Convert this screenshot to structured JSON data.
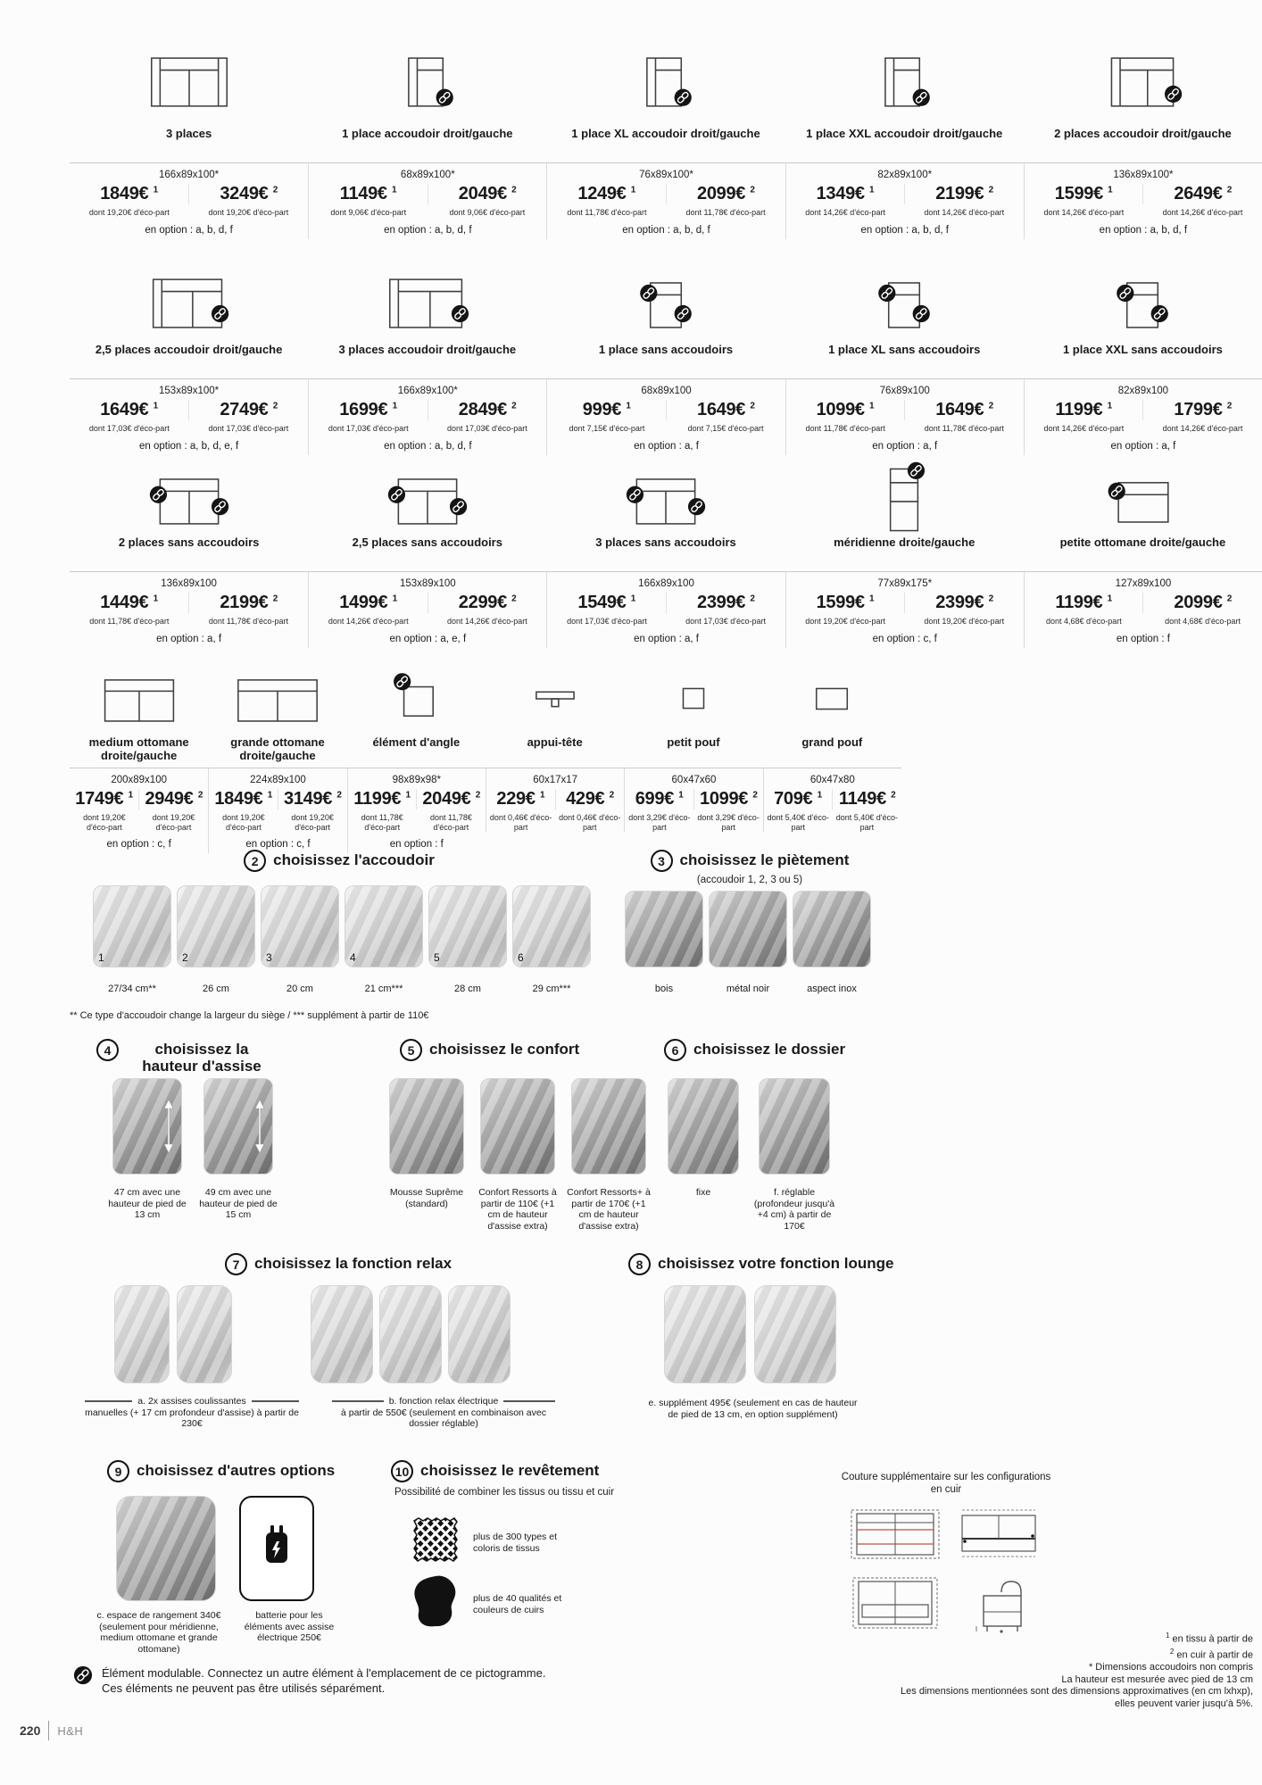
{
  "legend": {
    "sup1": "1",
    "sup2": "2"
  },
  "products": {
    "rows": [
      [
        {
          "name": "3 places",
          "dims": "166x89x100*",
          "p1": "1849€",
          "p2": "3249€",
          "eco1": "dont 19,20€ d'éco-part",
          "eco2": "dont 19,20€ d'éco-part",
          "opt": "en option : a, b, d, f",
          "icon": "sofa-3-places-arms"
        },
        {
          "name": "1 place accoudoir droit/gauche",
          "dims": "68x89x100*",
          "p1": "1149€",
          "p2": "2049€",
          "eco1": "dont 9,06€ d'éco-part",
          "eco2": "dont 9,06€ d'éco-part",
          "opt": "en option : a, b, d, f",
          "icon": "seat-one-arm"
        },
        {
          "name": "1 place XL accoudoir droit/gauche",
          "dims": "76x89x100*",
          "p1": "1249€",
          "p2": "2099€",
          "eco1": "dont 11,78€ d'éco-part",
          "eco2": "dont 11,78€ d'éco-part",
          "opt": "en option : a, b, d, f",
          "icon": "seat-one-arm"
        },
        {
          "name": "1 place XXL accoudoir droit/gauche",
          "dims": "82x89x100*",
          "p1": "1349€",
          "p2": "2199€",
          "eco1": "dont 14,26€ d'éco-part",
          "eco2": "dont 14,26€ d'éco-part",
          "opt": "en option : a, b, d, f",
          "icon": "seat-one-arm"
        },
        {
          "name": "2 places accoudoir droit/gauche",
          "dims": "136x89x100*",
          "p1": "1599€",
          "p2": "2649€",
          "eco1": "dont 14,26€ d'éco-part",
          "eco2": "dont 14,26€ d'éco-part",
          "opt": "en option : a, b, d, f",
          "icon": "sofa-2-places-arm"
        }
      ],
      [
        {
          "name": "2,5 places accoudoir droit/gauche",
          "dims": "153x89x100*",
          "p1": "1649€",
          "p2": "2749€",
          "eco1": "dont 17,03€ d'éco-part",
          "eco2": "dont 17,03€ d'éco-part",
          "opt": "en option : a, b, d, e, f",
          "icon": "sofa-25-places-arm"
        },
        {
          "name": "3 places accoudoir droit/gauche",
          "dims": "166x89x100*",
          "p1": "1699€",
          "p2": "2849€",
          "eco1": "dont 17,03€ d'éco-part",
          "eco2": "dont 17,03€ d'éco-part",
          "opt": "en option : a, b, d, f",
          "icon": "sofa-3-places-arm"
        },
        {
          "name": "1 place sans accoudoirs",
          "dims": "68x89x100",
          "p1": "999€",
          "p2": "1649€",
          "eco1": "dont 7,15€ d'éco-part",
          "eco2": "dont 7,15€ d'éco-part",
          "opt": "en option : a, f",
          "icon": "seat-no-arm"
        },
        {
          "name": "1 place XL sans accoudoirs",
          "dims": "76x89x100",
          "p1": "1099€",
          "p2": "1649€",
          "eco1": "dont 11,78€ d'éco-part",
          "eco2": "dont 11,78€ d'éco-part",
          "opt": "en option : a, f",
          "icon": "seat-no-arm"
        },
        {
          "name": "1 place XXL sans accoudoirs",
          "dims": "82x89x100",
          "p1": "1199€",
          "p2": "1799€",
          "eco1": "dont 14,26€ d'éco-part",
          "eco2": "dont 14,26€ d'éco-part",
          "opt": "en option : a, f",
          "icon": "seat-no-arm"
        }
      ],
      [
        {
          "name": "2 places sans accoudoirs",
          "dims": "136x89x100",
          "p1": "1449€",
          "p2": "2199€",
          "eco1": "dont 11,78€ d'éco-part",
          "eco2": "dont 11,78€ d'éco-part",
          "opt": "en option : a, f",
          "icon": "sofa-no-arm"
        },
        {
          "name": "2,5 places sans accoudoirs",
          "dims": "153x89x100",
          "p1": "1499€",
          "p2": "2299€",
          "eco1": "dont 14,26€ d'éco-part",
          "eco2": "dont 14,26€ d'éco-part",
          "opt": "en option : a, e, f",
          "icon": "sofa-no-arm"
        },
        {
          "name": "3 places sans accoudoirs",
          "dims": "166x89x100",
          "p1": "1549€",
          "p2": "2399€",
          "eco1": "dont 17,03€ d'éco-part",
          "eco2": "dont 17,03€ d'éco-part",
          "opt": "en option : a, f",
          "icon": "sofa-no-arm"
        },
        {
          "name": "méridienne droite/gauche",
          "dims": "77x89x175*",
          "p1": "1599€",
          "p2": "2399€",
          "eco1": "dont 19,20€ d'éco-part",
          "eco2": "dont 19,20€ d'éco-part",
          "opt": "en option : c, f",
          "icon": "meridienne"
        },
        {
          "name": "petite ottomane droite/gauche",
          "dims": "127x89x100",
          "p1": "1199€",
          "p2": "2099€",
          "eco1": "dont 4,68€ d'éco-part",
          "eco2": "dont 4,68€ d'éco-part",
          "opt": "en option : f",
          "icon": "ottomane-petite"
        }
      ],
      [
        {
          "name": "medium ottomane droite/gauche",
          "dims": "200x89x100",
          "p1": "1749€",
          "p2": "2949€",
          "eco1": "dont 19,20€ d'éco-part",
          "eco2": "dont 19,20€ d'éco-part",
          "opt": "en option : c, f",
          "icon": "ottomane-medium"
        },
        {
          "name": "grande ottomane droite/gauche",
          "dims": "224x89x100",
          "p1": "1849€",
          "p2": "3149€",
          "eco1": "dont 19,20€ d'éco-part",
          "eco2": "dont 19,20€ d'éco-part",
          "opt": "en option : c, f",
          "icon": "ottomane-grande"
        },
        {
          "name": "élément d'angle",
          "dims": "98x89x98*",
          "p1": "1199€",
          "p2": "2049€",
          "eco1": "dont 11,78€ d'éco-part",
          "eco2": "dont 11,78€ d'éco-part",
          "opt": "en option : f",
          "icon": "element-angle"
        },
        {
          "name": "appui-tête",
          "dims": "60x17x17",
          "p1": "229€",
          "p2": "429€",
          "eco1": "dont 0,46€ d'éco-part",
          "eco2": "dont 0,46€ d'éco-part",
          "opt": "",
          "icon": "appui-tete"
        },
        {
          "name": "petit pouf",
          "dims": "60x47x60",
          "p1": "699€",
          "p2": "1099€",
          "eco1": "dont 3,29€ d'éco-part",
          "eco2": "dont 3,29€ d'éco-part",
          "opt": "",
          "icon": "pouf-petit"
        },
        {
          "name": "grand pouf",
          "dims": "60x47x80",
          "p1": "709€",
          "p2": "1149€",
          "eco1": "dont 5,40€ d'éco-part",
          "eco2": "dont 5,40€ d'éco-part",
          "opt": "",
          "icon": "pouf-grand"
        }
      ]
    ]
  },
  "sections": {
    "s2": {
      "num": "2",
      "title": "choisissez l'accoudoir",
      "items": [
        {
          "num": "1",
          "size": "27/34 cm**"
        },
        {
          "num": "2",
          "size": "26 cm"
        },
        {
          "num": "3",
          "size": "20 cm"
        },
        {
          "num": "4",
          "size": "21 cm***"
        },
        {
          "num": "5",
          "size": "28 cm"
        },
        {
          "num": "6",
          "size": "29 cm***"
        }
      ],
      "footnote": "** Ce type d'accoudoir change la largeur du siège / *** supplément à partir de 110€"
    },
    "s3": {
      "num": "3",
      "title": "choisissez le piètement",
      "subtitle": "(accoudoir 1, 2, 3 ou 5)",
      "items": [
        "bois",
        "métal noir",
        "aspect inox"
      ]
    },
    "s4": {
      "num": "4",
      "title": "choisissez la hauteur d'assise",
      "items": [
        "47 cm avec une hauteur de pied de 13 cm",
        "49 cm avec une hauteur de pied de 15 cm"
      ]
    },
    "s5": {
      "num": "5",
      "title": "choisissez le confort",
      "items": [
        "Mousse Suprême (standard)",
        "Confort Ressorts à partir de 110€ (+1 cm de hauteur d'assise extra)",
        "Confort Ressorts+ à partir de 170€ (+1 cm de hauteur d'assise extra)"
      ]
    },
    "s6": {
      "num": "6",
      "title": "choisissez le dossier",
      "items": [
        "fixe",
        "f. réglable (profondeur jusqu'à +4 cm) à partir de 170€"
      ]
    },
    "s7": {
      "num": "7",
      "title": "choisissez la fonction relax",
      "captions": [
        "a. 2x assises coulissantes manuelles  (+ 17 cm profondeur d'assise) à partir de 230€",
        "b. fonction relax électrique à partir de 550€ (seulement en combinaison avec dossier réglable)"
      ]
    },
    "s8": {
      "num": "8",
      "title": "choisissez votre fonction lounge",
      "caption": "e. supplément 495€ (seulement en cas de hauteur de pied de 13 cm, en option supplément)"
    },
    "s9": {
      "num": "9",
      "title": "choisissez d'autres options",
      "captions": [
        "c. espace de rangement 340€ (seulement pour méridienne, medium ottomane et grande ottomane)",
        "batterie pour les éléments avec assise électrique 250€"
      ]
    },
    "s10": {
      "num": "10",
      "title": "choisissez le revêtement",
      "subtitle": "Possibilité de combiner les tissus ou tissu et cuir",
      "items": [
        "plus de 300 types et coloris de tissus",
        "plus de 40 qualités et couleurs de cuirs"
      ]
    }
  },
  "couture": {
    "title": "Couture supplémentaire sur les configurations en cuir"
  },
  "footnotes": [
    {
      "sup": "1",
      "text": " en tissu à partir de"
    },
    {
      "sup": "2",
      "text": " en cuir à partir de"
    },
    {
      "sup": "",
      "text": "* Dimensions accoudoirs non compris"
    },
    {
      "sup": "",
      "text": "La hauteur est mesurée avec pied de 13 cm"
    },
    {
      "sup": "",
      "text": "Les dimensions mentionnées sont des dimensions approximatives (en cm lxhxp),"
    },
    {
      "sup": "",
      "text": "elles peuvent varier jusqu'à 5%."
    }
  ],
  "modular": {
    "line1": "Élément modulable. Connectez un autre élément à l'emplacement de ce pictogramme.",
    "line2": "Ces éléments ne peuvent pas être utilisés séparément."
  },
  "footer": {
    "page_number": "220",
    "brand": "H&H"
  }
}
